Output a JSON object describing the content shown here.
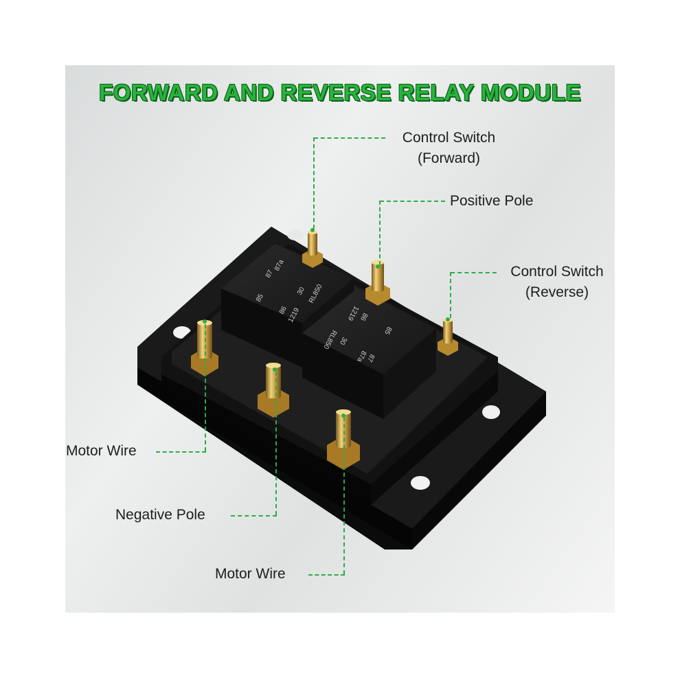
{
  "title": "FORWARD AND REVERSE RELAY MODULE",
  "labels": {
    "control_forward_line1": "Control Switch",
    "control_forward_line2": "(Forward)",
    "positive_pole": "Positive Pole",
    "control_reverse_line1": "Control Switch",
    "control_reverse_line2": "(Reverse)",
    "motor_wire_left": "Motor Wire",
    "negative_pole": "Negative Pole",
    "motor_wire_bottom": "Motor Wire"
  },
  "relay_left": {
    "pin_87": "87",
    "pin_87a": "87a",
    "pin_30": "30",
    "model": "RL850",
    "pin_85": "85",
    "pin_86": "86",
    "code": "1219"
  },
  "relay_right": {
    "code": "1219",
    "pin_86": "86",
    "pin_85": "85",
    "pin_30": "30",
    "model": "RL850",
    "pin_87": "87",
    "pin_87a": "87a"
  },
  "colors": {
    "accent_green": "#27b53b",
    "leader_line": "#2eab48",
    "housing": "#0d0d0d",
    "brass": "#c9a04a"
  }
}
